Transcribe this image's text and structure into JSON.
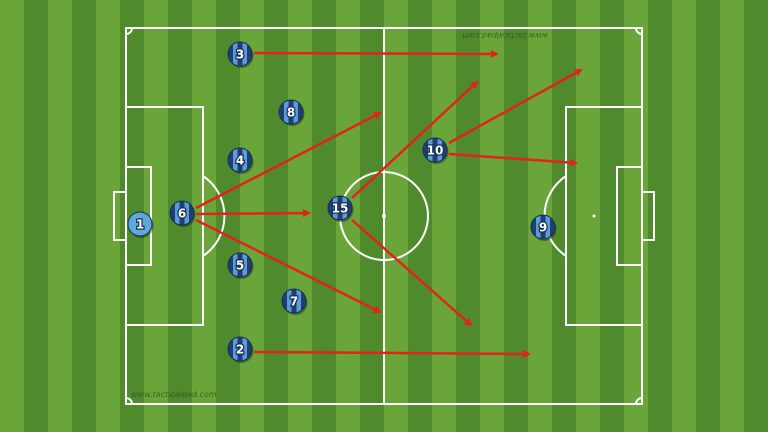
{
  "colors": {
    "stripe_light": "#6aa53a",
    "stripe_dark": "#4f8a2c",
    "line": "#ffffff",
    "arrow": "#e3221b",
    "player_dark": "#1f3f70",
    "player_light": "#5b9bd6",
    "goalkeeper": "#5fa8da"
  },
  "watermark": {
    "bottom_left": "www.tacticalpad.com",
    "top_right": "www.tacticalpad.com"
  },
  "players": [
    {
      "number": "1",
      "role": "goalkeeper"
    },
    {
      "number": "6",
      "role": "outfield"
    },
    {
      "number": "3",
      "role": "outfield"
    },
    {
      "number": "8",
      "role": "outfield"
    },
    {
      "number": "4",
      "role": "outfield"
    },
    {
      "number": "5",
      "role": "outfield"
    },
    {
      "number": "7",
      "role": "outfield"
    },
    {
      "number": "2",
      "role": "outfield"
    },
    {
      "number": "15",
      "role": "outfield"
    },
    {
      "number": "10",
      "role": "outfield"
    },
    {
      "number": "9",
      "role": "outfield"
    }
  ],
  "arrows": [
    {
      "from": "3",
      "direction": "forward"
    },
    {
      "from": "2",
      "direction": "forward"
    },
    {
      "from": "6",
      "direction": "to 15"
    },
    {
      "from": "6",
      "direction": "forward-up"
    },
    {
      "from": "6",
      "direction": "forward-down"
    },
    {
      "from": "15",
      "direction": "forward-up"
    },
    {
      "from": "15",
      "direction": "forward-down"
    },
    {
      "from": "10",
      "direction": "wide-up"
    },
    {
      "from": "10",
      "direction": "into box"
    }
  ]
}
